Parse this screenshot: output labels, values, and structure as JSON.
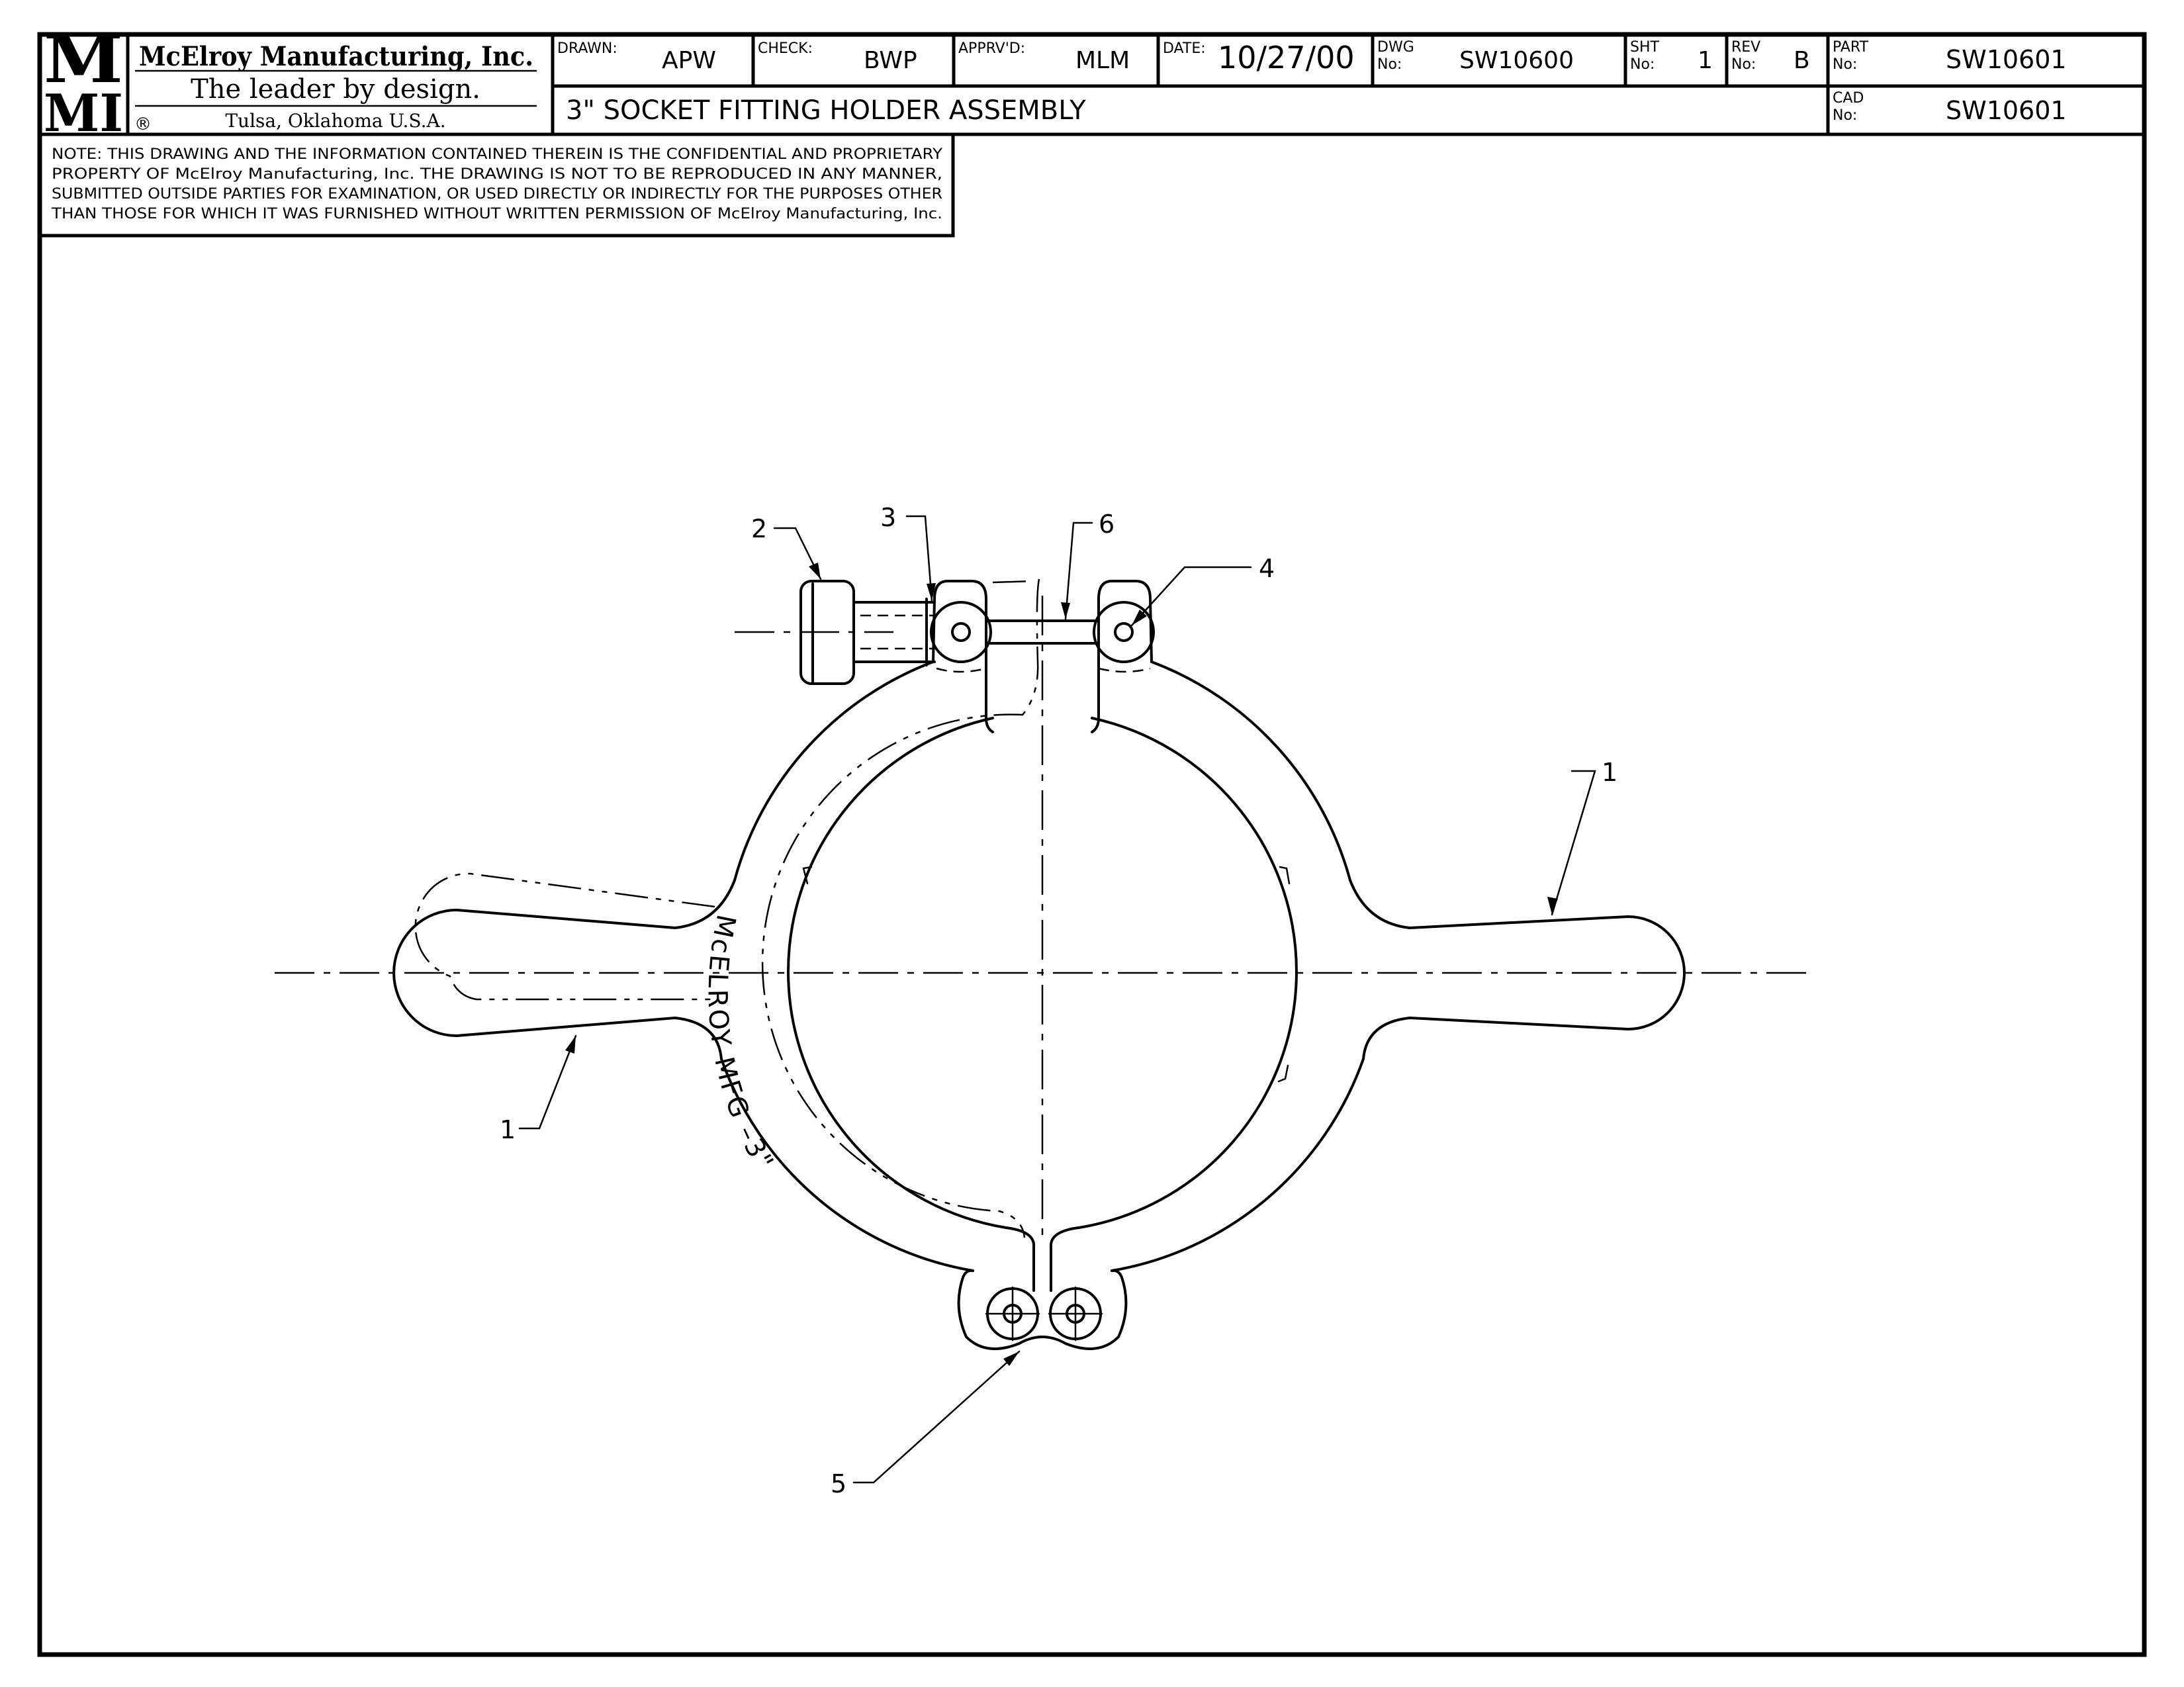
{
  "logo": {
    "letters_top": "M",
    "letters_bottom": "MI"
  },
  "company": {
    "name": "McElroy Manufacturing, Inc.",
    "slogan": "The leader by design.",
    "registered_mark": "®",
    "location": "Tulsa, Oklahoma U.S.A."
  },
  "title_block": {
    "drawn_label": "DRAWN:",
    "drawn_value": "APW",
    "check_label": "CHECK:",
    "check_value": "BWP",
    "apprvd_label": "APPRV'D:",
    "apprvd_value": "MLM",
    "date_label": "DATE:",
    "date_value": "10/27/00",
    "dwg_label_1": "DWG",
    "dwg_label_2": "No:",
    "dwg_value": "SW10600",
    "sht_label_1": "SHT",
    "sht_label_2": "No:",
    "sht_value": "1",
    "rev_label_1": "REV",
    "rev_label_2": "No:",
    "rev_value": "B",
    "part_label_1": "PART",
    "part_label_2": "No:",
    "part_value": "SW10601",
    "cad_label_1": "CAD",
    "cad_label_2": "No:",
    "cad_value": "SW10601",
    "drawing_title": "3\" SOCKET FITTING HOLDER ASSEMBLY"
  },
  "note": {
    "line1": "NOTE: THIS DRAWING AND THE INFORMATION CONTAINED THEREIN IS THE CONFIDENTIAL AND PROPRIETARY",
    "line2": "PROPERTY OF McElroy Manufacturing, Inc. THE DRAWING IS NOT TO BE REPRODUCED IN ANY MANNER,",
    "line3": "SUBMITTED OUTSIDE PARTIES FOR EXAMINATION, OR USED DIRECTLY OR INDIRECTLY FOR THE PURPOSES OTHER",
    "line4": "THAN THOSE FOR WHICH IT WAS FURNISHED WITHOUT WRITTEN PERMISSION OF McElroy Manufacturing, Inc."
  },
  "drawing": {
    "ring_engraving": "McELROY MFG –3\"",
    "balloons": {
      "b1_right": "1",
      "b1_left": "1",
      "b2": "2",
      "b3": "3",
      "b4": "4",
      "b5": "5",
      "b6": "6"
    }
  }
}
